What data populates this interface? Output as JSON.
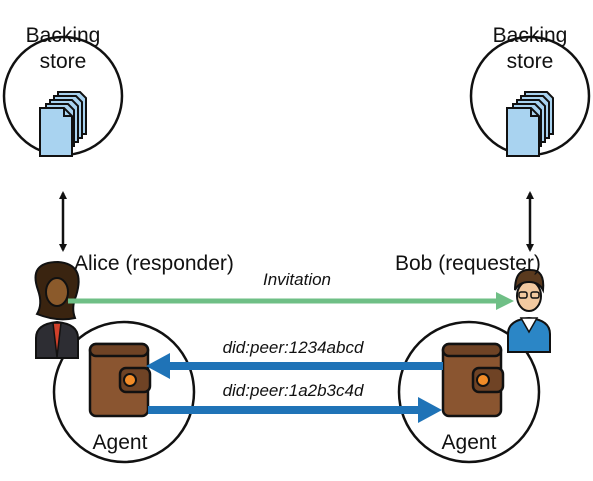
{
  "left": {
    "store_label_line1": "Backing",
    "store_label_line2": "store",
    "person_label": "Alice (responder)",
    "agent_label": "Agent"
  },
  "right": {
    "store_label_line1": "Backing",
    "store_label_line2": "store",
    "person_label": "Bob (requester)",
    "agent_label": "Agent"
  },
  "messages": {
    "invitation": "Invitation",
    "did_bob_to_alice": "did:peer:1234abcd",
    "did_alice_to_bob": "did:peer:1a2b3c4d"
  },
  "colors": {
    "invitation_arrow": "#6fbf86",
    "did_arrow": "#1f73b7",
    "wallet": "#8a5530",
    "document": "#a9d3f0",
    "outline": "#111111"
  },
  "icons": [
    "documents-icon",
    "person-alice-icon",
    "person-bob-icon",
    "wallet-icon"
  ]
}
